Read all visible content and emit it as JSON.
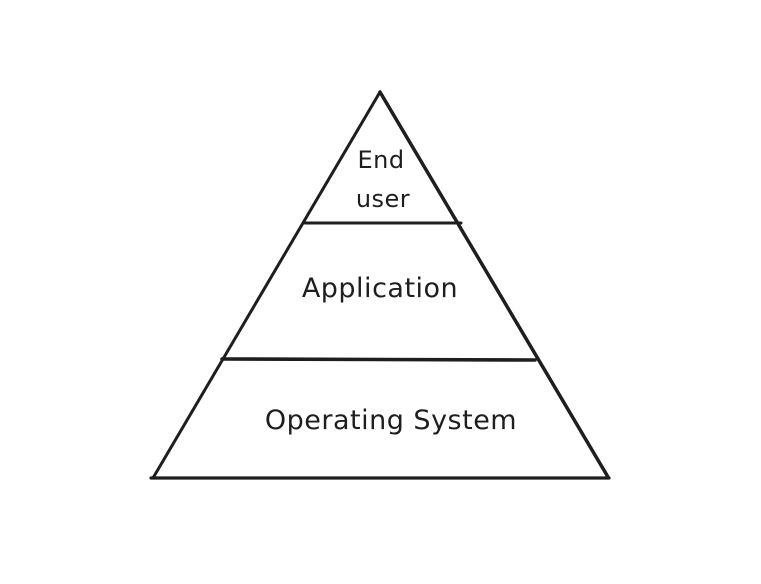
{
  "pyramid": {
    "stroke_color": "#1e1e1e",
    "background_color": "#ffffff",
    "tiers": [
      {
        "id": "top",
        "label_lines": [
          "End",
          "user"
        ]
      },
      {
        "id": "middle",
        "label_lines": [
          "Application"
        ]
      },
      {
        "id": "bottom",
        "label_lines": [
          "Operating System"
        ]
      }
    ]
  }
}
